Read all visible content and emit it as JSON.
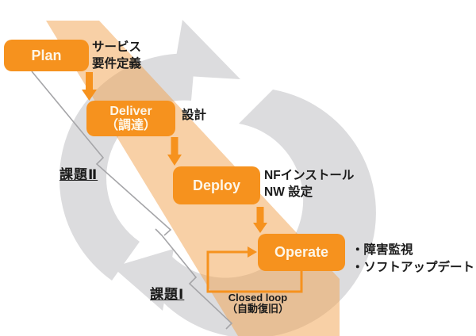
{
  "diagram": {
    "title_hint": "network lifecycle waterfall with feedback loop",
    "stages": [
      {
        "id": "plan",
        "label": "Plan",
        "note_lines": [
          "サービス",
          "要件定義"
        ]
      },
      {
        "id": "deliver",
        "label_lines": [
          "Deliver",
          "（調達）"
        ],
        "note_lines": [
          "設計"
        ]
      },
      {
        "id": "deploy",
        "label": "Deploy",
        "note_lines": [
          "NFインストール",
          "NW 設定"
        ]
      },
      {
        "id": "operate",
        "label": "Operate",
        "note_lines": [
          "・障害監視",
          "・ソフトアップデート"
        ]
      }
    ],
    "issues": [
      {
        "id": "issue-2",
        "label": "課題Ⅱ"
      },
      {
        "id": "issue-1",
        "label": "課題Ⅰ"
      }
    ],
    "closed_loop": {
      "line1": "Closed loop",
      "line2": "（自動復旧）"
    },
    "icons": [
      {
        "name": "cycle-arrows-icon",
        "meaning": "continuous lifecycle loop"
      }
    ],
    "colors": {
      "box_orange": "#F6921E",
      "box_text": "#FDF6E8",
      "band_peach": "#F2A24E",
      "cycle_gray": "#DCDCDE",
      "bracket_gray": "#A5A5A8",
      "text_black": "#1B1B1B"
    }
  }
}
